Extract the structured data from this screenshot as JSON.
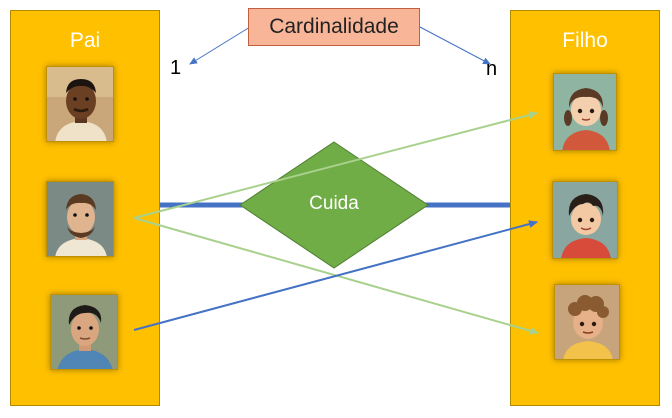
{
  "entities": {
    "parent": {
      "title": "Pai"
    },
    "child": {
      "title": "Filho"
    }
  },
  "relationship": {
    "label": "Cuida"
  },
  "cardinality": {
    "label": "Cardinalidade",
    "parent_side": "1",
    "child_side": "n"
  },
  "colors": {
    "entity_fill": "#ffc000",
    "relationship_fill": "#70ad47",
    "relationship_line": "#4472c4",
    "card_fill": "#f8b598",
    "mapping_green": "#a9d18e",
    "mapping_blue": "#4472c4"
  },
  "portraits": {
    "parent": [
      "father-1-icon",
      "father-2-icon",
      "father-3-icon"
    ],
    "child": [
      "child-girl-icon",
      "child-boy-icon",
      "child-curly-icon"
    ]
  }
}
